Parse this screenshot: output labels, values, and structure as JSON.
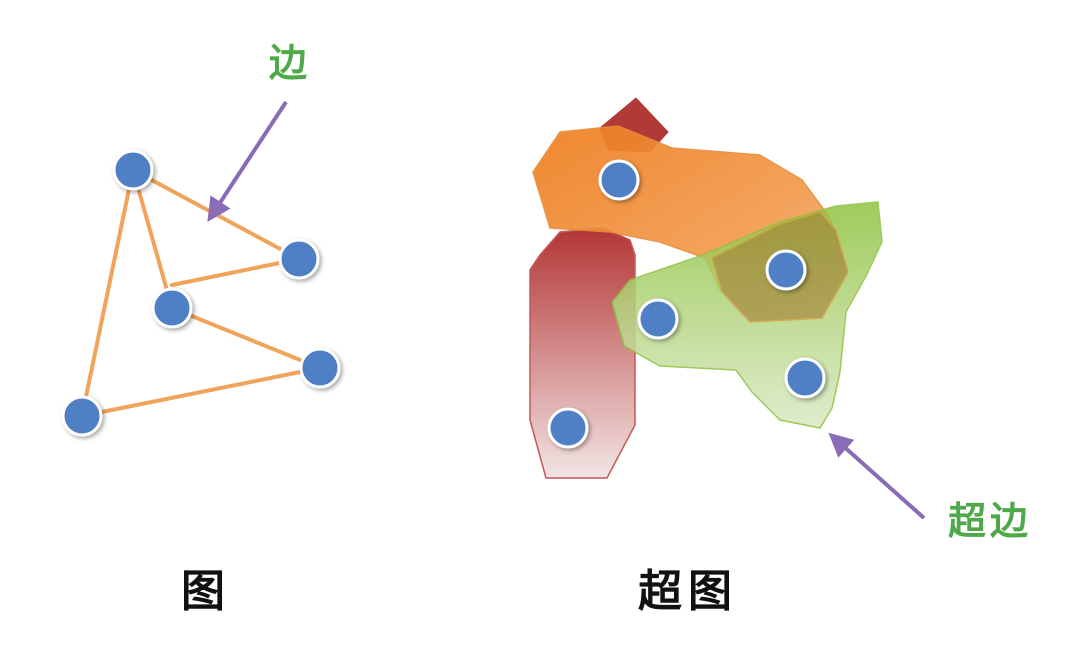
{
  "labels": {
    "edge": "边",
    "hyperedge": "超边",
    "graph_caption": "图",
    "hypergraph_caption": "超图"
  },
  "colors": {
    "edge_line": "#f0a35a",
    "node_fill": "#4f7fc4",
    "node_stroke": "#ffffff",
    "arrow": "#8a6bb5",
    "label_green": "#4fa84a",
    "caption": "#111111",
    "red_region": "#b43a3a",
    "orange_region": "#f08a2c",
    "green_region": "#8bc34a"
  }
}
